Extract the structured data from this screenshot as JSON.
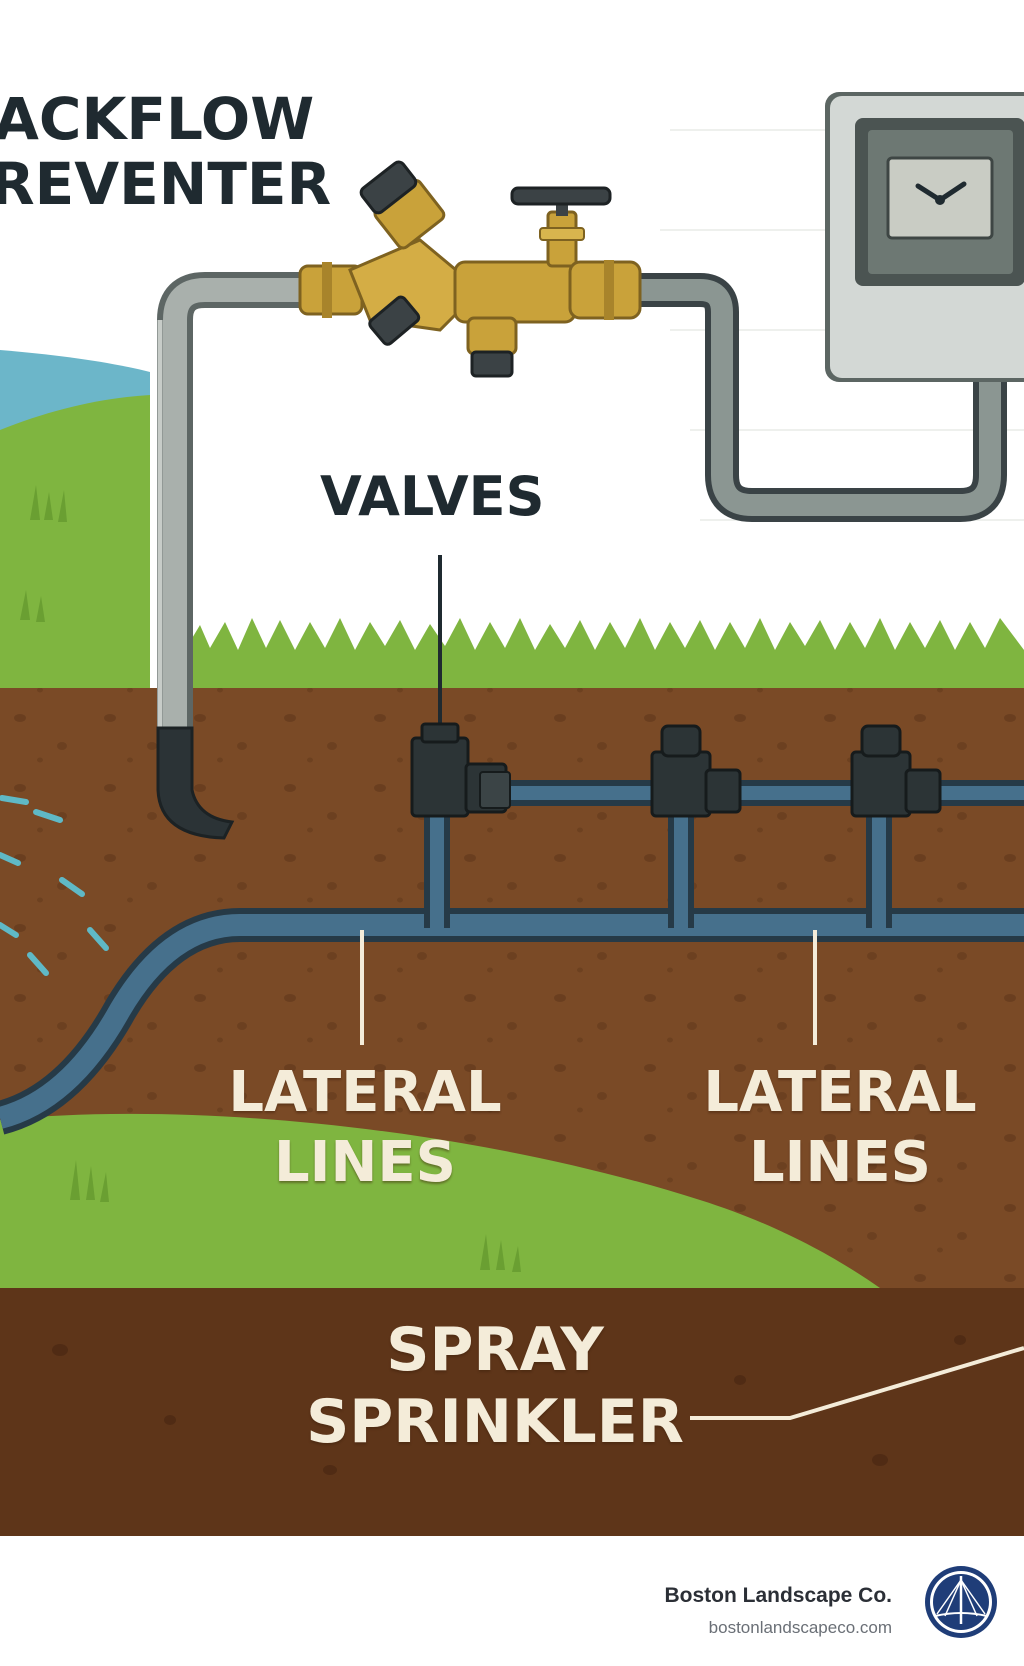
{
  "labels": {
    "backflow_line1": "ACKFLOW",
    "backflow_line2": "REVENTER",
    "valves": "VALVES",
    "lateral_left_line1": "LATERAL",
    "lateral_left_line2": "LINES",
    "lateral_right_line1": "LATERAL",
    "lateral_right_line2": "LINES",
    "spray_line1": "SPRAY",
    "spray_line2": "SPRINKLER"
  },
  "footer": {
    "company": "Boston Landscape Co.",
    "website": "bostonlandscapeco.com"
  },
  "colors": {
    "grass": "#7fb540",
    "soil": "#7a4a26",
    "deep_soil": "#5e3519",
    "pipe_blue": "#3d6078",
    "brass": "#c9a23a",
    "water": "#5fb9c6",
    "brand_navy": "#1f3d78"
  },
  "icons": [
    "clock-icon",
    "bridge-logo-icon"
  ]
}
